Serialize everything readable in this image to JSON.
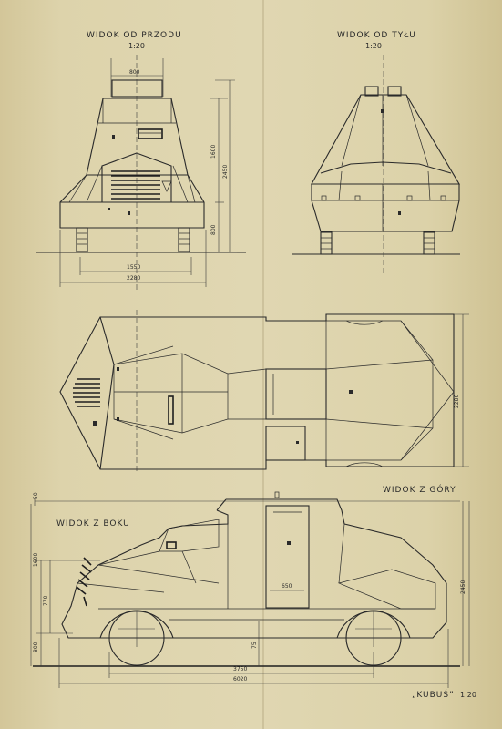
{
  "views": {
    "front": {
      "title": "WIDOK OD PRZODU",
      "scale": "1:20"
    },
    "rear": {
      "title": "WIDOK OD TYŁU",
      "scale": "1:20"
    },
    "top": {
      "title": "WIDOK Z GÓRY"
    },
    "side": {
      "title": "WIDOK Z BOKU"
    }
  },
  "dimensions": {
    "front_width_top": "800",
    "front_height_upper": "1600",
    "front_height_total": "2450",
    "front_height_lower": "800",
    "front_track": "1550",
    "front_width_total": "2280",
    "top_width": "2280",
    "side_height_upper": "1600",
    "side_height_mid": "770",
    "side_height_lower": "800",
    "side_top_offset": "50",
    "side_height_total": "2450",
    "side_door_width": "650",
    "side_clearance": "75",
    "side_wheelbase": "3750",
    "side_length_total": "6020"
  },
  "footer": {
    "name": "„KUBUŚ”",
    "scale": "1:20"
  }
}
